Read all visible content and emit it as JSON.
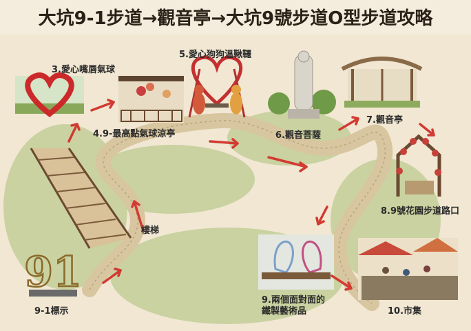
{
  "title": "大坑9-1步道→觀音亭→大坑9號步道O型步道攻略",
  "stops": [
    {
      "label": "3.愛心嘴唇氣球"
    },
    {
      "label": "4.9-最高點氣球涼亭"
    },
    {
      "label": "5.愛心狗狗溫鞦韆"
    },
    {
      "label": "6.觀音菩薩"
    },
    {
      "label": "7.觀音亭"
    },
    {
      "label": "8.9號花園步道路口"
    },
    {
      "label_line1": "9.兩個面對面的",
      "label_line2": "鐵製藝術品"
    },
    {
      "label": "10.市集"
    },
    {
      "label": "9-1標示"
    },
    {
      "label": "樓梯"
    }
  ],
  "sign_text": "91",
  "colors": {
    "background": "#f4ecdc",
    "path": "#cdbb93",
    "arrow": "#d23a32",
    "grass": "#9cb86a",
    "wood": "#7a5a3a"
  }
}
